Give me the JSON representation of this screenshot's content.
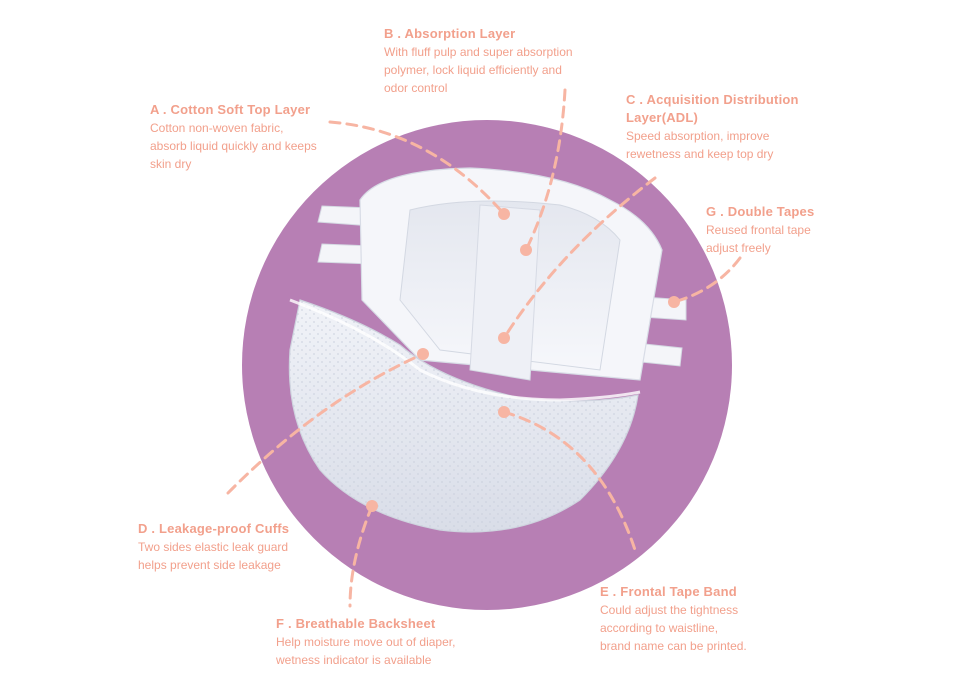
{
  "colors": {
    "accent": "#f2a08c",
    "circle": "#b77fb4",
    "dot": "#f7b5a3"
  },
  "labels": {
    "a": {
      "title": "A . Cotton Soft Top Layer",
      "lines": [
        "Cotton non-woven fabric,",
        "absorb liquid quickly and keeps",
        "skin dry"
      ]
    },
    "b": {
      "title": "B . Absorption Layer",
      "lines": [
        "With fluff pulp and super absorption",
        "polymer, lock liquid efficiently and",
        "odor control"
      ]
    },
    "c": {
      "title": [
        "C . Acquisition Distribution",
        "Layer(ADL)"
      ],
      "lines": [
        "Speed absorption, improve",
        "rewetness and keep top dry"
      ]
    },
    "g": {
      "title": "G . Double Tapes",
      "lines": [
        "Reused frontal tape",
        "adjust freely"
      ]
    },
    "d": {
      "title": "D .  Leakage-proof Cuffs",
      "lines": [
        "Two sides elastic leak guard",
        "helps prevent side leakage"
      ]
    },
    "e": {
      "title": "E .  Frontal Tape Band",
      "lines": [
        "Could adjust the tightness",
        "according to waistline,",
        "brand name can be printed."
      ]
    },
    "f": {
      "title": "F .  Breathable Backsheet",
      "lines": [
        "Help moisture move out of diaper,",
        "wetness indicator is available"
      ]
    }
  }
}
